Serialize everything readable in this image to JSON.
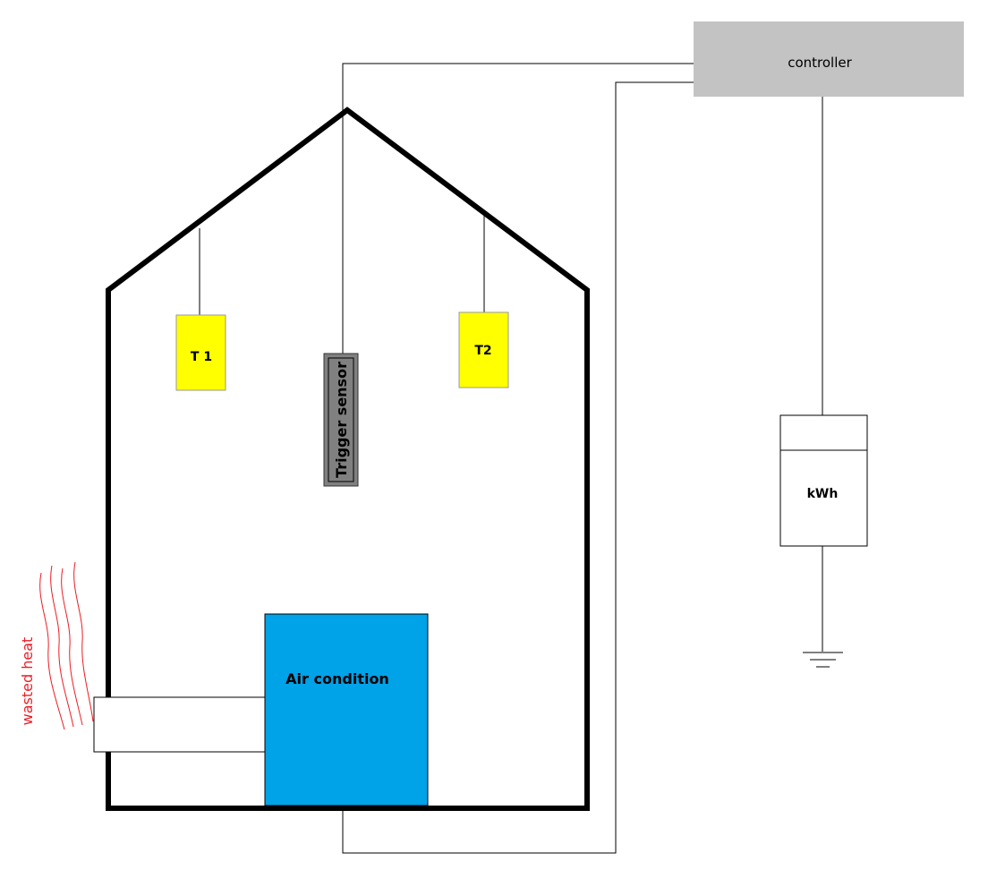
{
  "labels": {
    "controller": "controller",
    "t1": "T 1",
    "t2": "T2",
    "trigger_sensor": "Trigger sensor",
    "meter": "kWh",
    "air_condition": "Air condition",
    "wasted_heat": "wasted heat"
  },
  "colors": {
    "controller_fill": "#c3c3c3",
    "temp_sensor_fill": "#ffff00",
    "trigger_sensor_fill": "#808080",
    "air_condition_fill": "#00a2e8",
    "wasted_heat": "#ed1c24",
    "outline": "#000000"
  }
}
